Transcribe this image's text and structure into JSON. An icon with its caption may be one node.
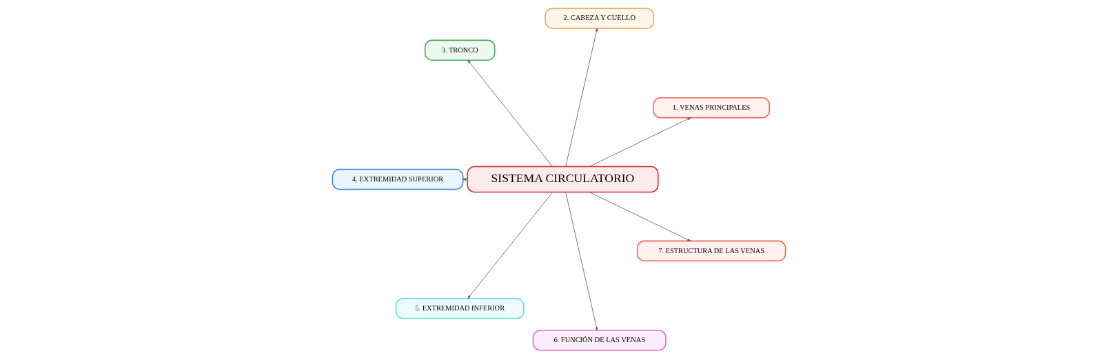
{
  "diagram": {
    "nodes": [
      {
        "text": [
          "SISTEMA CIRCULATORIO"
        ]
      },
      {
        "text": [
          "1. VENAS PRINCIPALES"
        ]
      },
      {
        "text": [
          "2. CABEZA Y CUELLO"
        ]
      },
      {
        "text": [
          "3. TRONCO"
        ]
      },
      {
        "text": [
          "4. EXTREMIDAD SUPERIOR"
        ]
      },
      {
        "text": [
          "5. EXTREMIDAD INFERIOR"
        ]
      },
      {
        "text": [
          "6. FUNCIÓN DE LAS VENAS"
        ]
      },
      {
        "text": [
          "7. ESTRUCTURA DE LAS VENAS"
        ]
      }
    ],
    "edges": [
      {
        "from": 0,
        "to": 1,
        "arrow": "to"
      },
      {
        "from": 0,
        "to": 2,
        "arrow": "to"
      },
      {
        "from": 0,
        "to": 3,
        "arrow": "to"
      },
      {
        "from": 0,
        "to": 4,
        "arrow": "to"
      },
      {
        "from": 0,
        "to": 5,
        "arrow": "to"
      },
      {
        "from": 0,
        "to": 6,
        "arrow": "to"
      },
      {
        "from": 0,
        "to": 7,
        "arrow": "to"
      }
    ]
  }
}
